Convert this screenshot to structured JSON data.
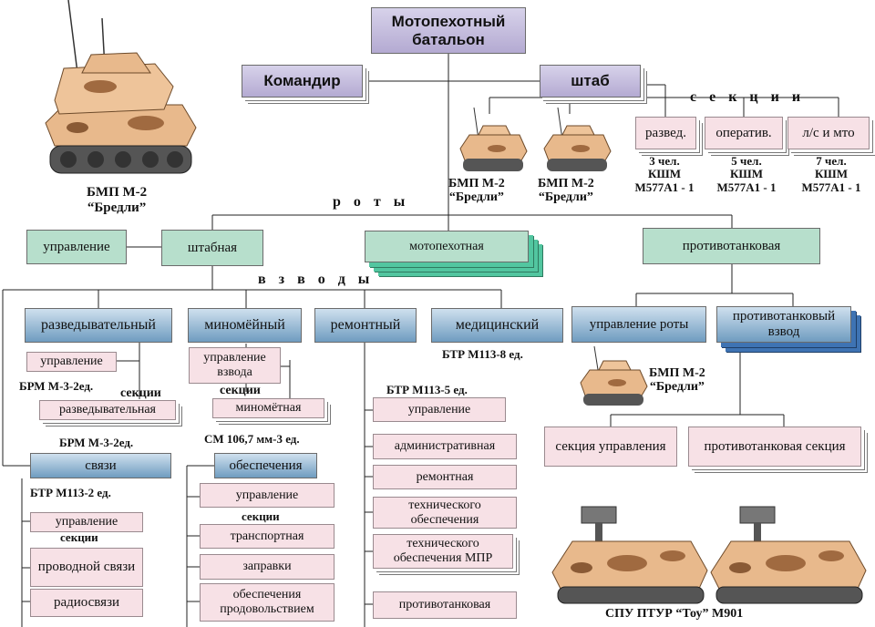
{
  "title": "Мотопехотный батальон",
  "commander": "Командир",
  "hq": "штаб",
  "sections_label": "с е к ц и и",
  "hq_sections": [
    {
      "name": "развед.",
      "crew": "3 чел.",
      "vehicle": "КШМ",
      "model": "М577А1 - 1"
    },
    {
      "name": "оператив.",
      "crew": "5 чел.",
      "vehicle": "КШМ",
      "model": "М577А1 - 1"
    },
    {
      "name": "л/с и мто",
      "crew": "7 чел.",
      "vehicle": "КШМ",
      "model": "М577А1 - 1"
    }
  ],
  "bmp_caption_1": "БМП М-2",
  "bmp_caption_2": "“Бредли”",
  "companies_label": "р о т ы",
  "companies": {
    "control": "управление",
    "hq": "штабная",
    "infantry": "мотопехотная",
    "antitank": "противотанковая"
  },
  "platoons_label": "в з в о д ы",
  "platoons": {
    "recon": "разведывательный",
    "mortar": "миномёйный",
    "repair": "ремонтный",
    "medical": "медицинский",
    "company_control": "управление роты",
    "antitank": "противотанковый взвод"
  },
  "recon": {
    "control": "управление",
    "brm1": "БРМ М-3-2ед.",
    "sections": "секции",
    "section": "разведывательная",
    "brm2": "БРМ М-3-2ед."
  },
  "mortar": {
    "control": "управление взвода",
    "sections": "секции",
    "section": "миномётная",
    "weapon": "СМ 106,7 мм-3 ед."
  },
  "medical_vehicle": "БТР М113-8 ед.",
  "repair": {
    "vehicle": "БТР М113-5 ед.",
    "items": [
      "управление",
      "административная",
      "ремонтная",
      "технического обеспечения",
      "технического обеспечения МПР",
      "противотанковая"
    ]
  },
  "signals": {
    "title": "связи",
    "vehicle": "БТР М113-2 ед.",
    "control": "управление",
    "sections": "секции",
    "items": [
      "проводной связи",
      "радиосвязи"
    ]
  },
  "support": {
    "title": "обеспечения",
    "control": "управление",
    "sections": "секции",
    "items": [
      "транспортная",
      "заправки",
      "обеспечения продовольствием"
    ]
  },
  "antitank_sections": {
    "control": "секция управления",
    "section": "противотанковая секция"
  },
  "atgm_caption": "СПУ ПТУР “Тоу” М901",
  "colors": {
    "lavender": "#b4aad2",
    "blue": "#6f9cc0",
    "green": "#b7dfcc",
    "pink": "#f7e1e6",
    "vehicle_tan": "#e8b98c",
    "camo": "#a06a40"
  }
}
